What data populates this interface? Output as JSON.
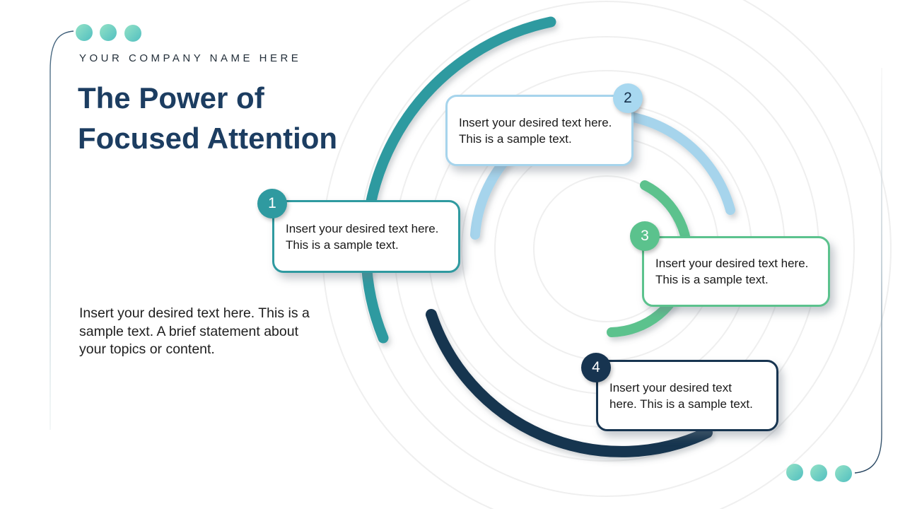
{
  "slide": {
    "company_name": "YOUR COMPANY NAME HERE",
    "title_line1": "The Power of",
    "title_line2": "Focused Attention",
    "description": "Insert your desired text here. This is a sample text. A brief statement about your topics or content.",
    "callouts": [
      {
        "number": "1",
        "text": "Insert your desired text here. This is a sample text.",
        "color": "#2f9aa0"
      },
      {
        "number": "2",
        "text": "Insert your desired text here. This is a sample text.",
        "color": "#a6d4ec"
      },
      {
        "number": "3",
        "text": "Insert your desired text here. This is a sample text.",
        "color": "#5bc28d"
      },
      {
        "number": "4",
        "text": "Insert your desired text here. This is a sample text.",
        "color": "#173450"
      }
    ],
    "colors": {
      "arc1": "#2f9aa0",
      "arc2": "#a6d4ec",
      "arc3": "#5bc28d",
      "arc4": "#173450",
      "title": "#1c3d61",
      "ring": "#efefef",
      "dot_gradient_start": "#93e2c6",
      "dot_gradient_end": "#52bfc1"
    }
  }
}
